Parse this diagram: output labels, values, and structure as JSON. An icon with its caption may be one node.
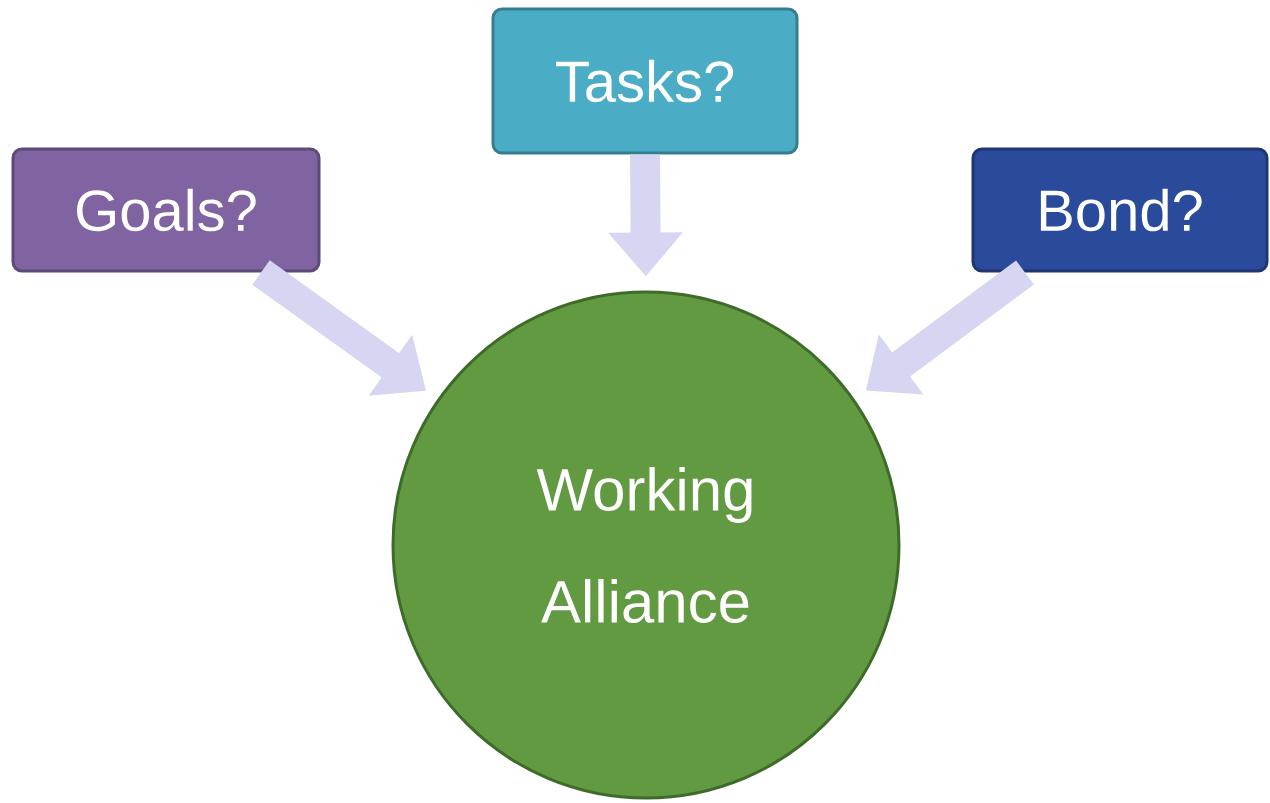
{
  "diagram": {
    "nodes": [
      {
        "text": [
          "Goals?"
        ]
      },
      {
        "text": [
          "Tasks?"
        ]
      },
      {
        "text": [
          "Bond?"
        ]
      },
      {
        "text": [
          "Working Alliance"
        ]
      }
    ],
    "edges": [
      {
        "from": 0,
        "to": 3,
        "arrow": "to"
      },
      {
        "from": 1,
        "to": 3,
        "arrow": "to"
      },
      {
        "from": 2,
        "to": 3,
        "arrow": "to"
      }
    ]
  }
}
